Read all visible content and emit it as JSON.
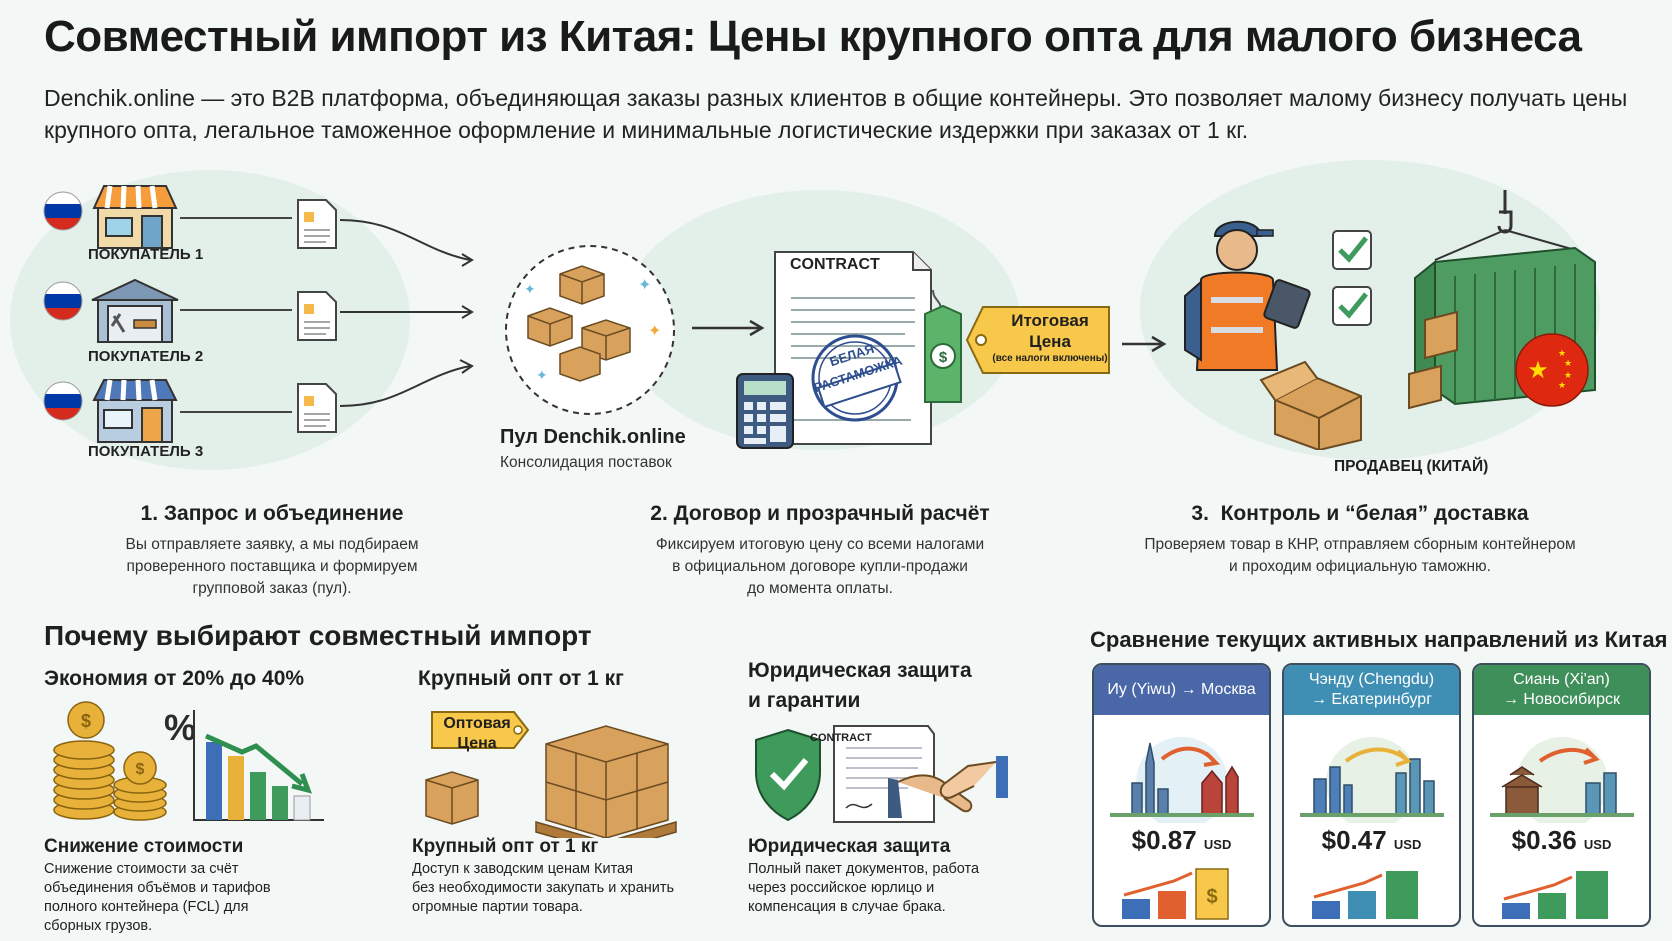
{
  "header": {
    "title": "Совместный импорт из Китая: Цены крупного опта для малого бизнеса",
    "intro": "Denchik.online — это B2B платформа, объединяющая заказы разных клиентов в общие контейнеры. Это позволяет малому бизнесу получать цены крупного опта, легальное таможенное оформление и минимальные логистические издержки при заказах от 1 кг."
  },
  "buyers": [
    {
      "label": "ПОКУПАТЕЛЬ 1"
    },
    {
      "label": "ПОКУПАТЕЛЬ 2"
    },
    {
      "label": "ПОКУПАТЕЛЬ 3"
    }
  ],
  "pool": {
    "title": "Пул Denchik.online",
    "subtitle": "Консолидация поставок"
  },
  "contract": {
    "doc_title": "CONTRACT",
    "stamp_line1": "БЕЛАЯ",
    "stamp_line2": "РАСТАМОЖКА",
    "price_tag_line1": "Итоговая",
    "price_tag_line2": "Цена",
    "price_tag_note": "(все налоги включены)"
  },
  "seller": {
    "label": "ПРОДАВЕЦ (КИТАЙ)"
  },
  "steps": [
    {
      "title": "1. Запрос и объединение",
      "desc_lines": [
        "Вы отправляете заявку, а мы подбираем",
        "проверенного поставщика и формируем",
        "групповой заказ (пул)."
      ]
    },
    {
      "title": "2. Договор и прозрачный расчёт",
      "desc_lines": [
        "Фиксируем итоговую цену со всеми налогами",
        "в официальном договоре купли-продажи",
        "до момента оплаты."
      ]
    },
    {
      "title": "3.  Контроль и “белая” доставка",
      "desc_lines": [
        "Проверяем товар в КНР, отправляем сборным контейнером",
        "и проходим официальную таможню."
      ]
    }
  ],
  "why": {
    "heading": "Почему выбирают совместный импорт",
    "items": [
      {
        "heading": "Экономия от 20% до 40%",
        "subheading": "Снижение стоимости",
        "desc_lines": [
          "Снижение стоимости за счёт",
          "объединения объёмов и тарифов",
          "полного контейнера (FCL) для",
          "сборных грузов."
        ]
      },
      {
        "heading": "Крупный опт от 1 кг",
        "tag_line1": "Оптовая",
        "tag_line2": "Цена",
        "subheading": "Крупный опт от 1 кг",
        "desc_lines": [
          "Доступ к заводским ценам Китая",
          "без необходимости закупать и хранить",
          "огромные партии товара."
        ]
      },
      {
        "heading_lines": [
          "Юридическая защита",
          "и гарантии"
        ],
        "doc_title": "CONTRACT",
        "subheading": "Юридическая защита",
        "desc_lines": [
          "Полный пакет документов, работа",
          "через российское юрлицо и",
          "компенсация в случае брака."
        ]
      }
    ]
  },
  "routes": {
    "heading": "Сравнение текущих активных направлений из Китая",
    "items": [
      {
        "name_lines": [
          "Иу (Yiwu) → Москва"
        ],
        "price": "$0.87",
        "currency": "USD",
        "color": "#4a67a8"
      },
      {
        "name_lines": [
          "Чэнду (Chengdu)",
          "→ Екатеринбург"
        ],
        "price": "$0.47",
        "currency": "USD",
        "color": "#3f8fb5"
      },
      {
        "name_lines": [
          "Сиань (Xi'an)",
          "→ Новосибирск"
        ],
        "price": "$0.36",
        "currency": "USD",
        "color": "#3f8f5a"
      }
    ]
  },
  "colors": {
    "accent_orange": "#f5a623",
    "accent_green": "#3f9b5c",
    "tag_yellow": "#f8c84a",
    "russia_red": "#d52b1e",
    "russia_blue": "#0039a6",
    "china_red": "#de2910"
  }
}
